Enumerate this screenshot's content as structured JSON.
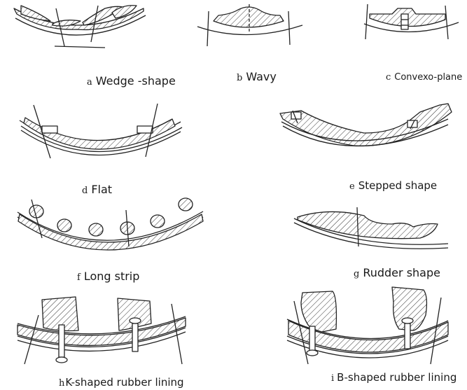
{
  "figures": [
    {
      "letter": "a",
      "caption": "Wedge -shape"
    },
    {
      "letter": "b",
      "caption": "Wavy"
    },
    {
      "letter": "c",
      "caption": "Convexo-plane"
    },
    {
      "letter": "d",
      "caption": "Flat"
    },
    {
      "letter": "e",
      "caption": "Stepped shape"
    },
    {
      "letter": "f",
      "caption": "Long strip"
    },
    {
      "letter": "g",
      "caption": "Rudder shape"
    },
    {
      "letter": "h",
      "caption": "K-shaped rubber lining"
    },
    {
      "letter": "i",
      "caption": "B-shaped rubber lining"
    }
  ]
}
